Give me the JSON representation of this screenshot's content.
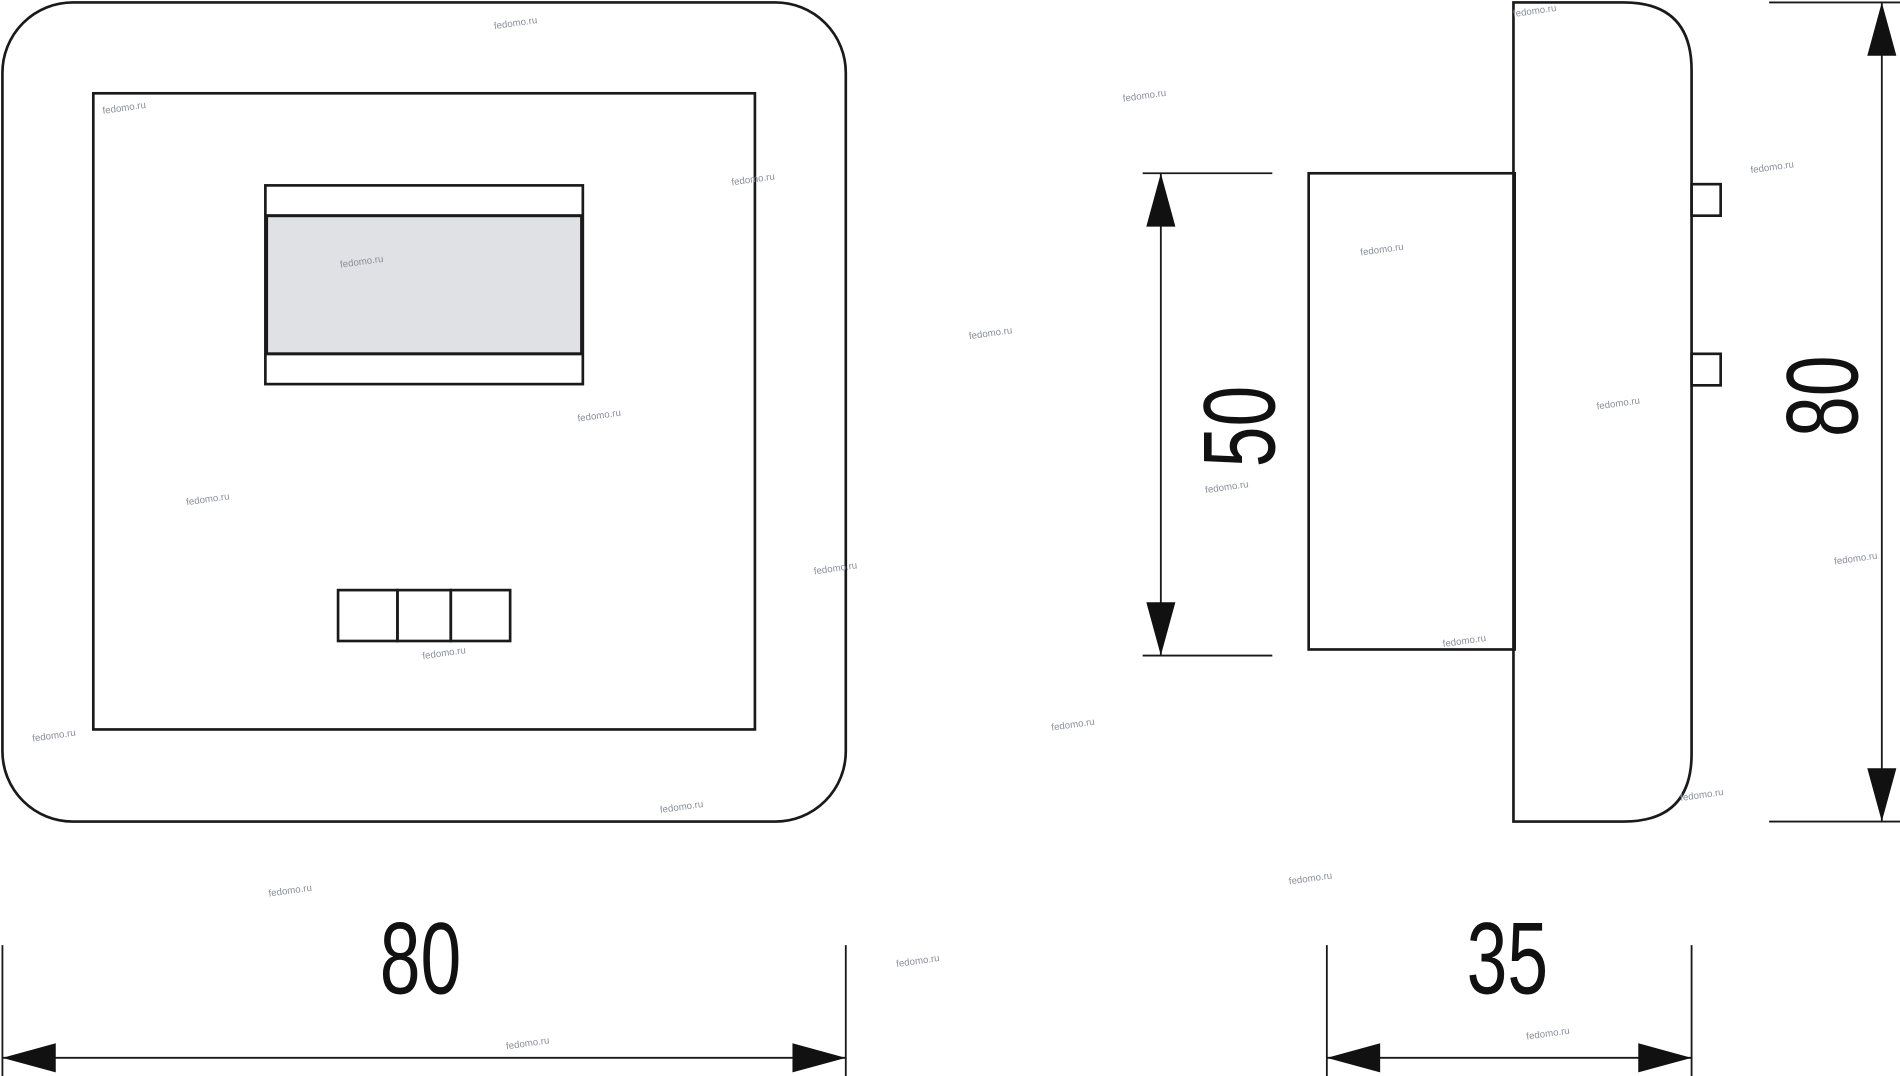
{
  "drawing": {
    "front_view": {
      "width_label": "80"
    },
    "side_view": {
      "depth_label": "35",
      "body_height_label": "50",
      "total_height_label": "80"
    },
    "colors": {
      "line": "#1a1a1a",
      "display_fill": "#dfe1e4",
      "watermark": "#8a8f99"
    }
  },
  "watermark": "fedomo.ru"
}
